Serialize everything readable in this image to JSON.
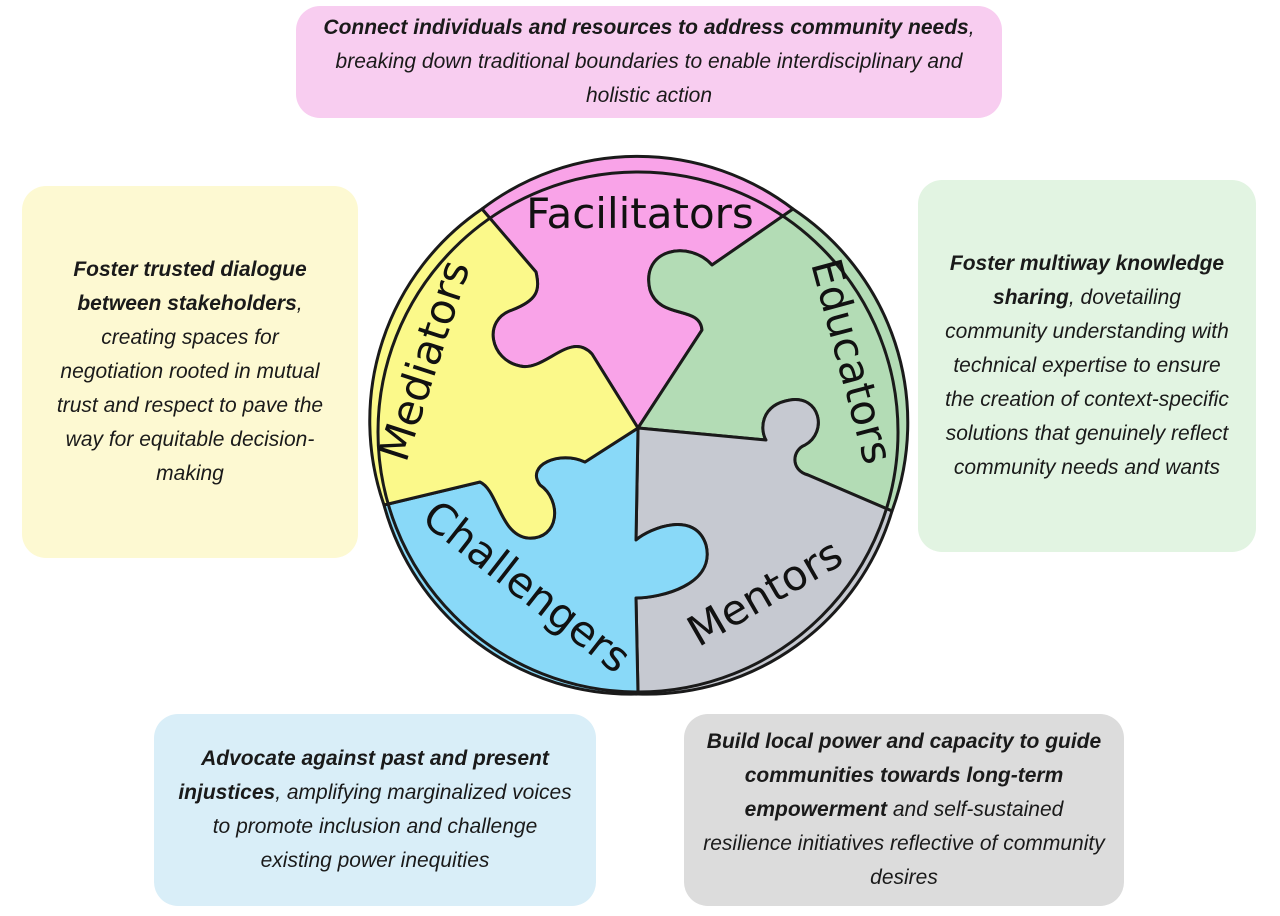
{
  "colors": {
    "facilitators": "#f9a3e8",
    "educators": "#b3dcb5",
    "mentors": "#c6c9d1",
    "challengers": "#89d9f8",
    "mediators": "#fbf98a",
    "box_top": "#f8cdf0",
    "box_left": "#fdf9d2",
    "box_right": "#e2f4e2",
    "box_bottom_left": "#d9eef8",
    "box_bottom_right": "#dcdcdc"
  },
  "roles": {
    "facilitators": "Facilitators",
    "educators": "Educators",
    "mentors": "Mentors",
    "challengers": "Challengers",
    "mediators": "Mediators"
  },
  "boxes": {
    "top": {
      "bold": "Connect individuals and resources to address community needs",
      "rest": ", breaking down traditional boundaries to enable interdisciplinary and holistic action"
    },
    "left": {
      "bold": "Foster trusted dialogue between stakeholders",
      "rest": ", creating spaces for negotiation rooted in mutual trust and respect to pave the way for equitable decision-making"
    },
    "right": {
      "bold": "Foster multiway knowledge sharing",
      "rest": ", dovetailing community understanding with technical expertise to ensure the creation of context-specific solutions that genuinely reflect community needs and wants"
    },
    "bottom_left": {
      "bold": "Advocate against past and present injustices",
      "rest": ", amplifying marginalized voices to promote inclusion and challenge existing power inequities"
    },
    "bottom_right": {
      "bold": "Build local power and capacity to guide communities towards long-term empowerment",
      "rest": " and self-sustained resilience initiatives reflective of community desires"
    }
  }
}
